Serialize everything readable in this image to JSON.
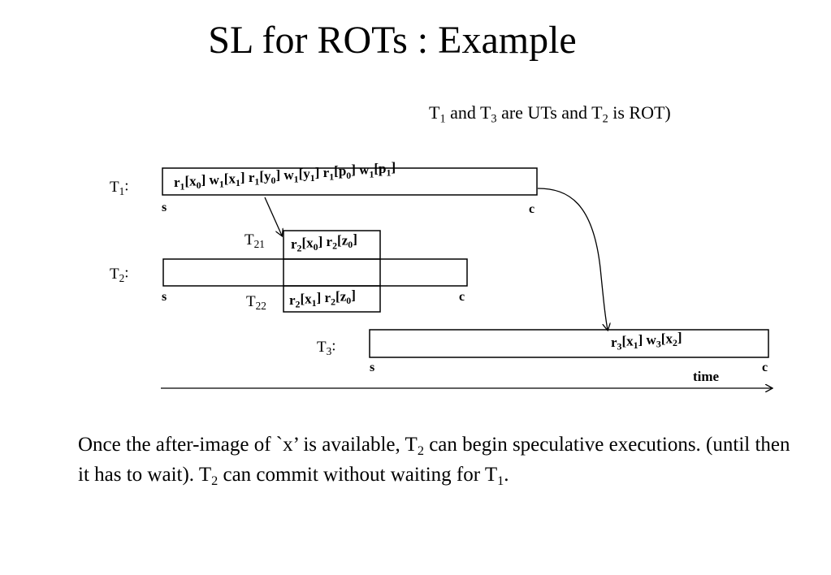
{
  "slide": {
    "title": "SL for ROTs : Example",
    "subtitle_parts": [
      {
        "t": "T"
      },
      {
        "t": "1",
        "sub": true
      },
      {
        "t": " and T"
      },
      {
        "t": "3",
        "sub": true
      },
      {
        "t": " are UTs  and T"
      },
      {
        "t": "2",
        "sub": true
      },
      {
        "t": " is ROT)"
      }
    ],
    "body_parts": [
      {
        "t": "Once the after-image of `x’ is available, T"
      },
      {
        "t": "2",
        "sub": true
      },
      {
        "t": " can begin speculative executions. (until then it has to wait). T"
      },
      {
        "t": "2",
        "sub": true
      },
      {
        "t": " can commit without waiting for T"
      },
      {
        "t": "1",
        "sub": true
      },
      {
        "t": "."
      }
    ]
  },
  "diagram": {
    "t1": {
      "label": [
        {
          "t": "T"
        },
        {
          "t": "1",
          "sub": true
        },
        {
          "t": ":"
        }
      ],
      "ops": [
        {
          "t": "r"
        },
        {
          "t": "1",
          "sub": true
        },
        {
          "t": "[x"
        },
        {
          "t": "0",
          "sub": true
        },
        {
          "t": "] w"
        },
        {
          "t": "1",
          "sub": true
        },
        {
          "t": "[x"
        },
        {
          "t": "1",
          "sub": true
        },
        {
          "t": "] r"
        },
        {
          "t": "1",
          "sub": true
        },
        {
          "t": "[y"
        },
        {
          "t": "0",
          "sub": true
        },
        {
          "t": "] w"
        },
        {
          "t": "1",
          "sub": true
        },
        {
          "t": "[y"
        },
        {
          "t": "1",
          "sub": true
        },
        {
          "t": "] r"
        },
        {
          "t": "1",
          "sub": true
        },
        {
          "t": "[p"
        },
        {
          "t": "0",
          "sub": true
        },
        {
          "t": "] w"
        },
        {
          "t": "1",
          "sub": true
        },
        {
          "t": "[p"
        },
        {
          "t": "1",
          "sub": true
        },
        {
          "t": "]"
        }
      ],
      "start": "s",
      "commit": "c"
    },
    "t2": {
      "label": [
        {
          "t": "T"
        },
        {
          "t": "2",
          "sub": true
        },
        {
          "t": ":"
        }
      ],
      "start": "s",
      "commit": "c",
      "t21": {
        "label": [
          {
            "t": "T"
          },
          {
            "t": "21",
            "sub": true
          }
        ],
        "ops": [
          {
            "t": "r"
          },
          {
            "t": "2",
            "sub": true
          },
          {
            "t": "[x"
          },
          {
            "t": "0",
            "sub": true
          },
          {
            "t": "] r"
          },
          {
            "t": "2",
            "sub": true
          },
          {
            "t": "[z"
          },
          {
            "t": "0",
            "sub": true
          },
          {
            "t": "]"
          }
        ]
      },
      "t22": {
        "label": [
          {
            "t": "T"
          },
          {
            "t": "22",
            "sub": true
          }
        ],
        "ops": [
          {
            "t": "r"
          },
          {
            "t": "2",
            "sub": true
          },
          {
            "t": "[x"
          },
          {
            "t": "1",
            "sub": true
          },
          {
            "t": "] r"
          },
          {
            "t": "2",
            "sub": true
          },
          {
            "t": "[z"
          },
          {
            "t": "0",
            "sub": true
          },
          {
            "t": "]"
          }
        ]
      }
    },
    "t3": {
      "label": [
        {
          "t": "T"
        },
        {
          "t": "3",
          "sub": true
        },
        {
          "t": ":"
        }
      ],
      "ops": [
        {
          "t": "r"
        },
        {
          "t": "3",
          "sub": true
        },
        {
          "t": "[x"
        },
        {
          "t": "1",
          "sub": true
        },
        {
          "t": "] w"
        },
        {
          "t": "3",
          "sub": true
        },
        {
          "t": "[x"
        },
        {
          "t": "2",
          "sub": true
        },
        {
          "t": "]"
        }
      ],
      "start": "s",
      "commit": "c"
    },
    "time_label": "time"
  }
}
